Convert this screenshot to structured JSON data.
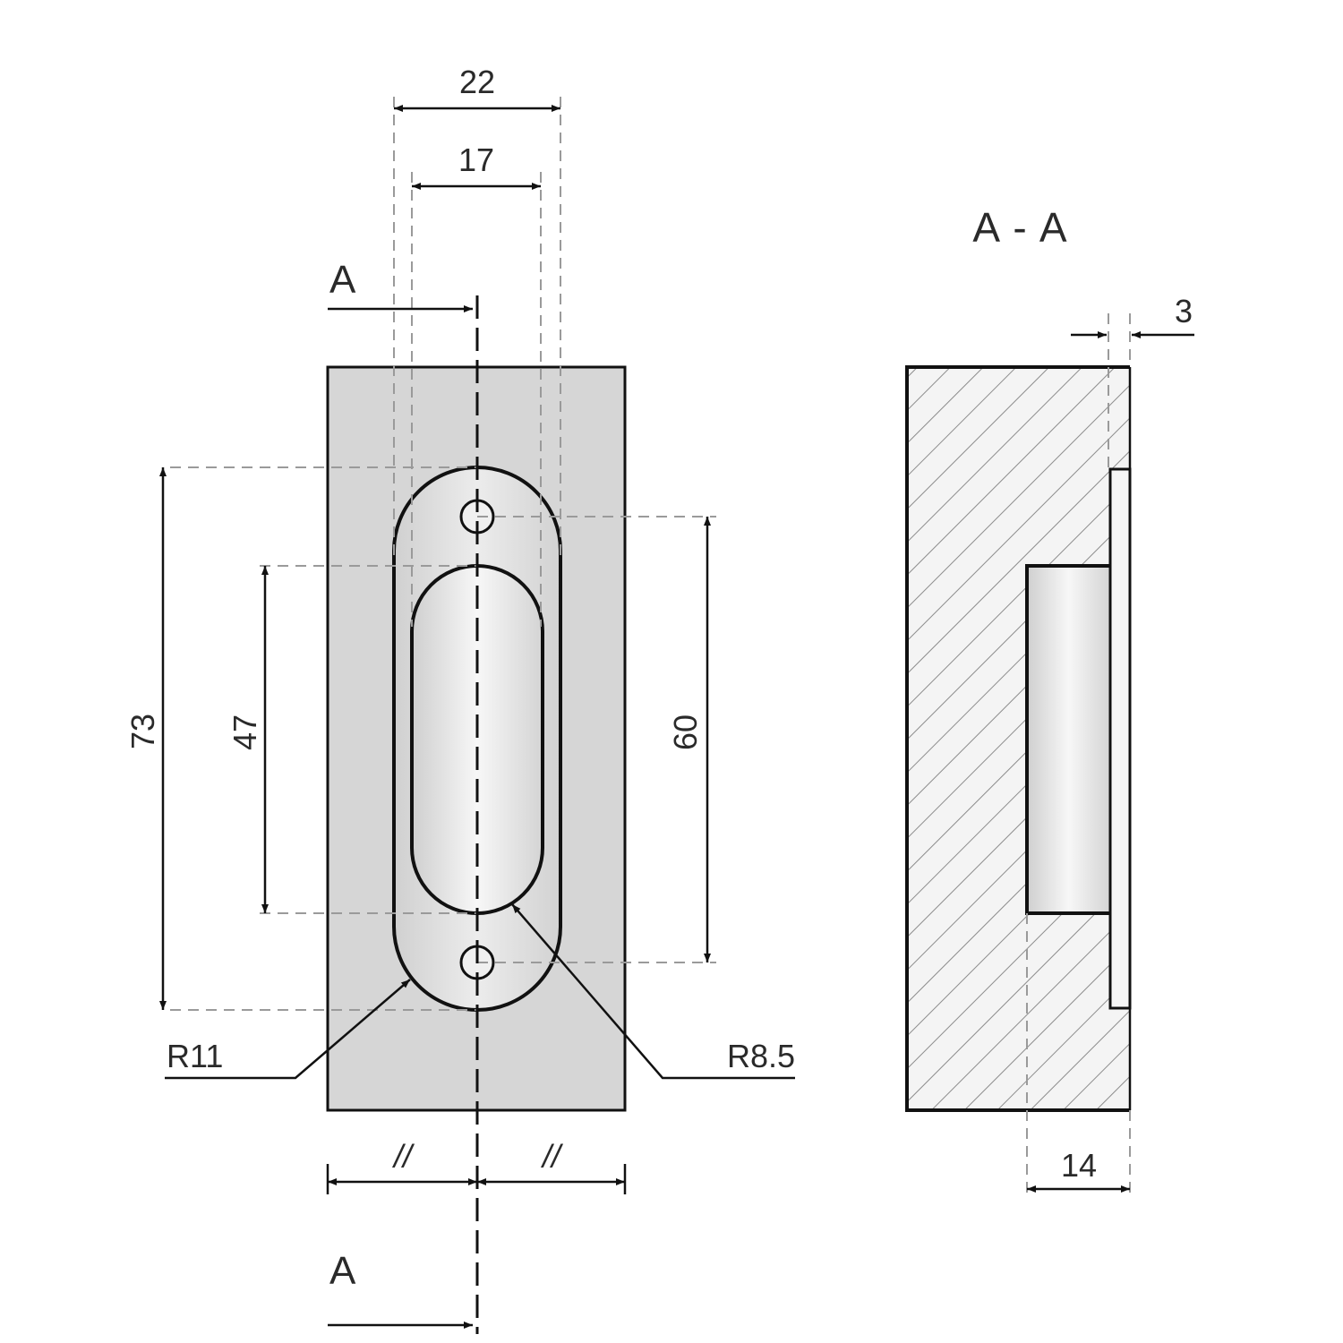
{
  "front_view": {
    "dim_outer_width": "22",
    "dim_inner_width": "17",
    "dim_outer_height": "73",
    "dim_inner_height": "47",
    "dim_hole_spacing": "60",
    "radius_outer": "R11",
    "radius_inner": "R8.5",
    "equal_left": "//",
    "equal_right": "//",
    "section_mark_top": "A",
    "section_mark_bottom": "A"
  },
  "section_view": {
    "title": "A - A",
    "dim_plate_thickness": "3",
    "dim_depth": "14"
  },
  "colors": {
    "plate_fill": "#d6d6d6",
    "handle_fill": "#e4e4e4",
    "recess_fill": "#ededed",
    "line": "#111111",
    "hatch": "#8c8c8c"
  }
}
